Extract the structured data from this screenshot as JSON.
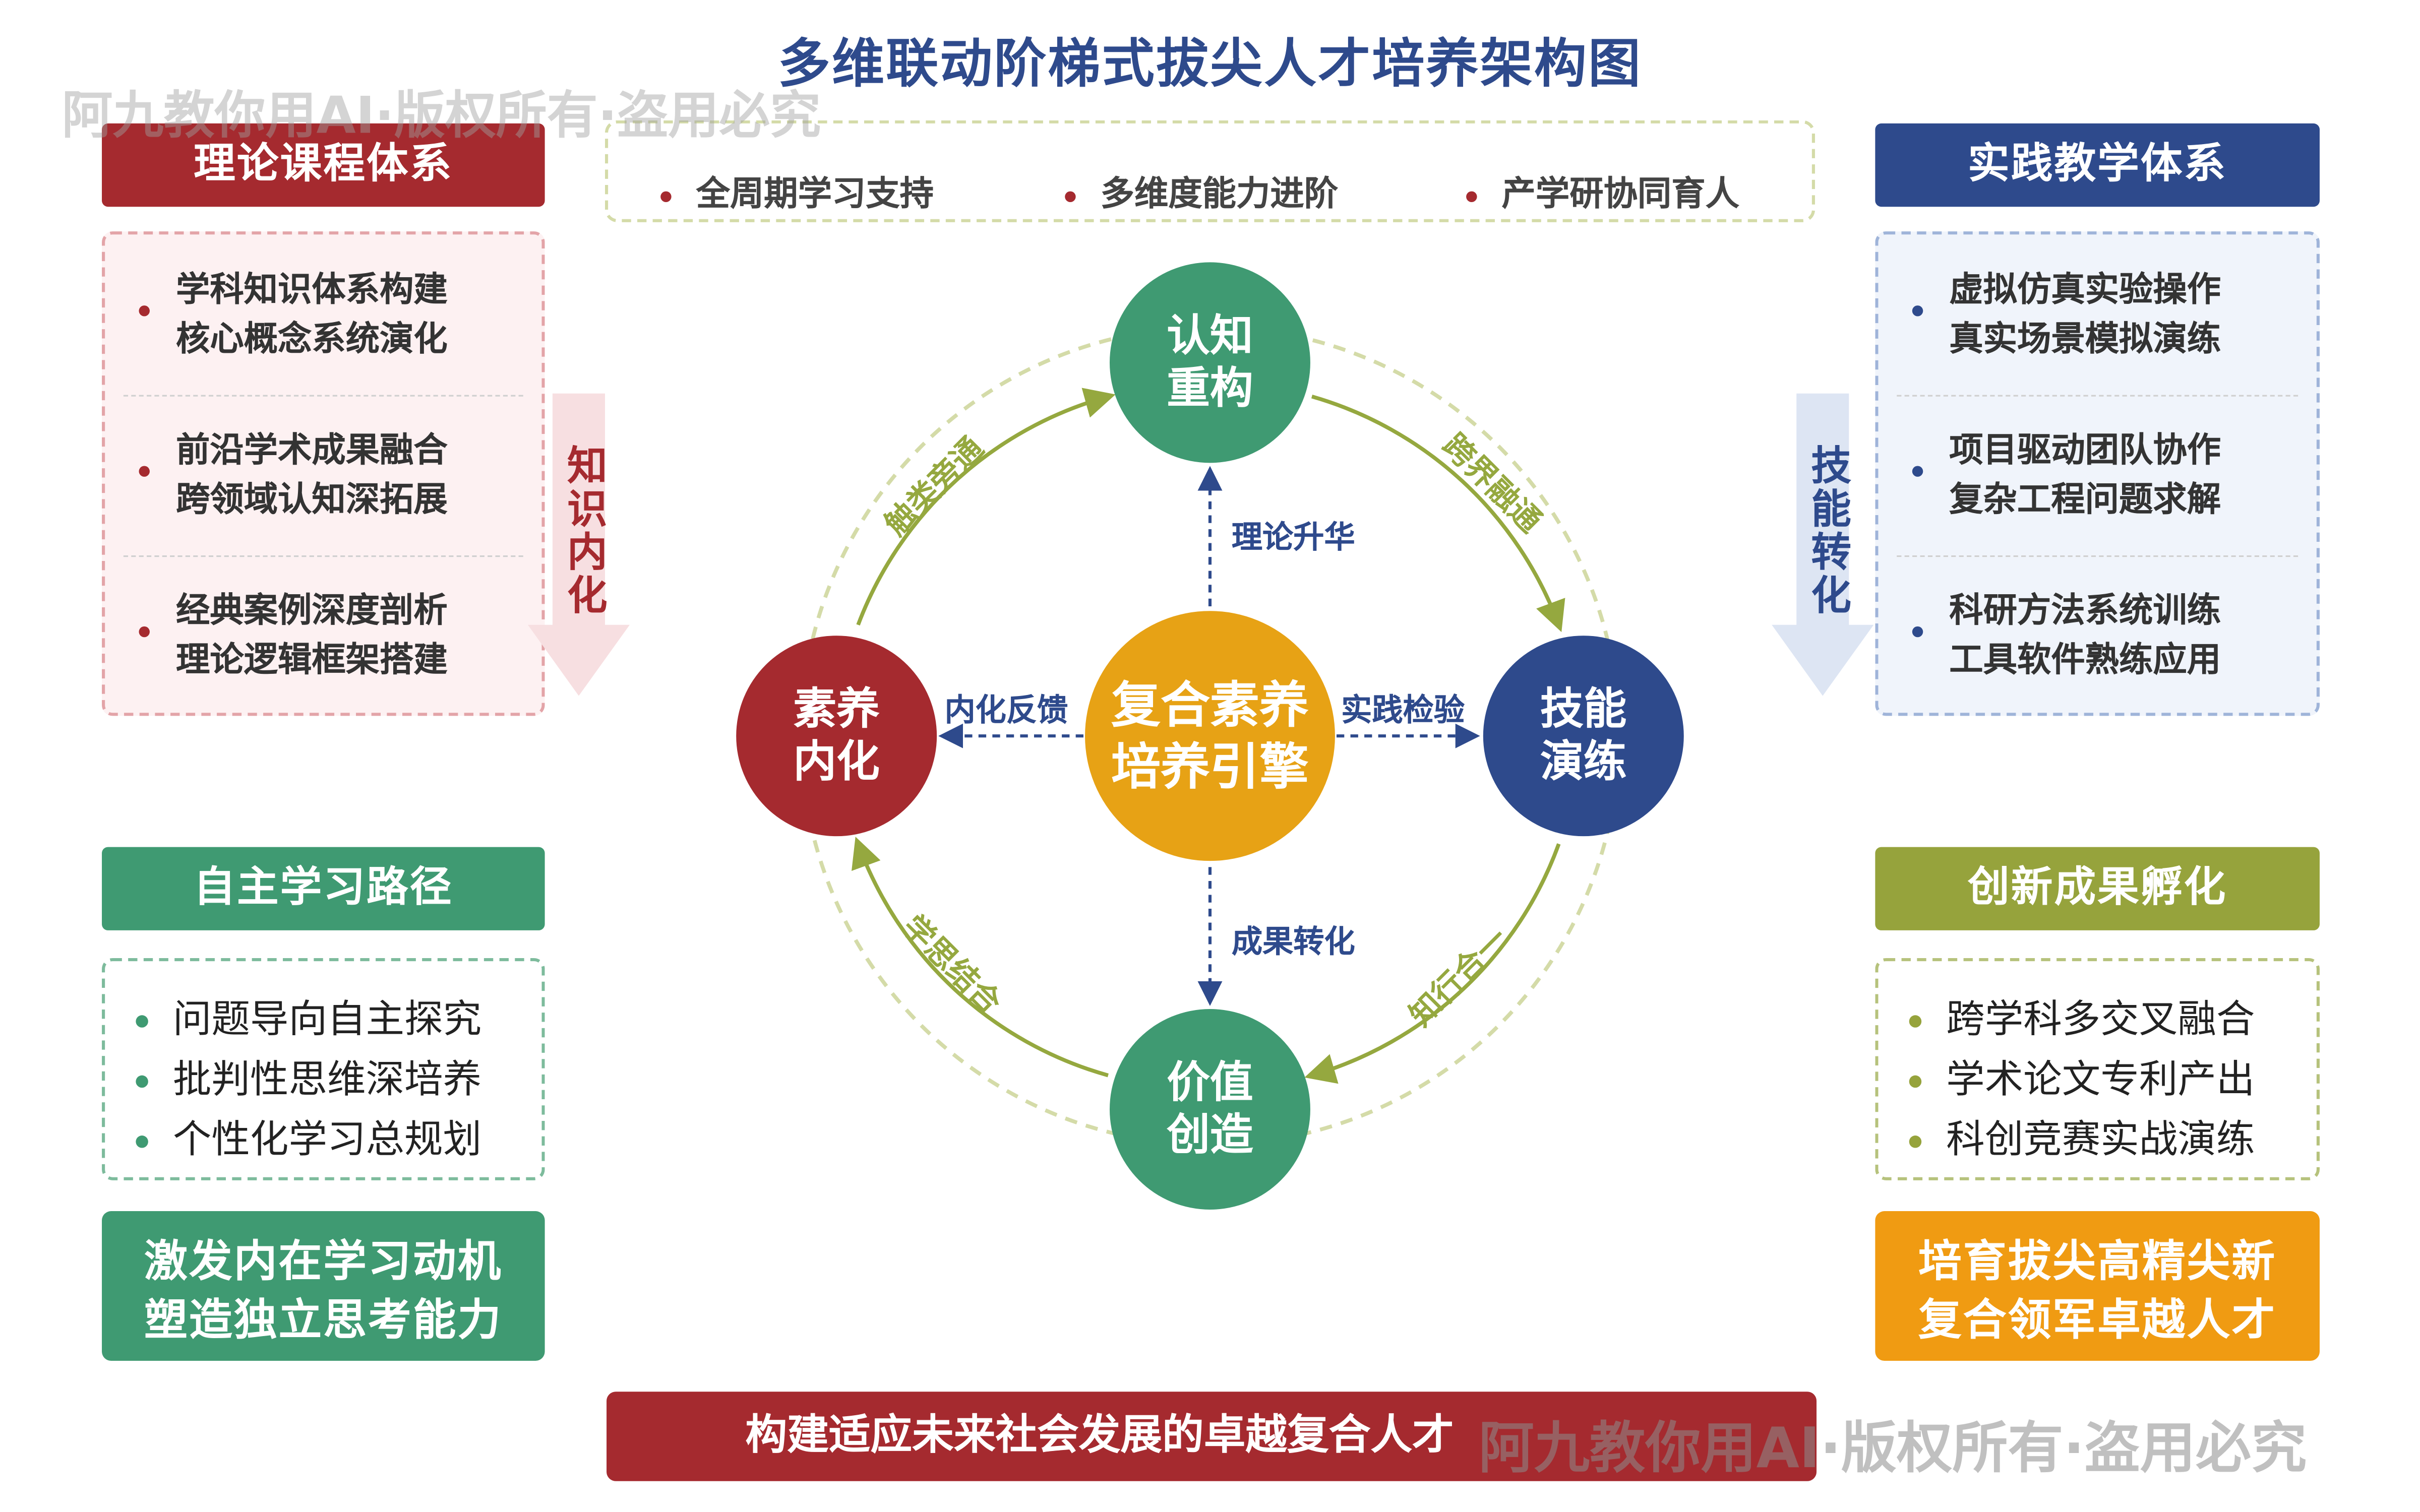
{
  "title": "多维联动阶梯式拔尖人才培养架构图",
  "watermark": "阿九教你用AI·版权所有·盗用必究",
  "top_pills": [
    "全周期学习支持",
    "多维度能力进阶",
    "产学研协同育人"
  ],
  "left_top": {
    "header": "理论课程体系",
    "items": [
      [
        "学科知识体系构建",
        "核心概念系统演化"
      ],
      [
        "前沿学术成果融合",
        "跨领域认知深拓展"
      ],
      [
        "经典案例深度剖析",
        "理论逻辑框架搭建"
      ]
    ],
    "arrow": "知识内化"
  },
  "right_top": {
    "header": "实践教学体系",
    "items": [
      [
        "虚拟仿真实验操作",
        "真实场景模拟演练"
      ],
      [
        "项目驱动团队协作",
        "复杂工程问题求解"
      ],
      [
        "科研方法系统训练",
        "工具软件熟练应用"
      ]
    ],
    "arrow": "技能转化"
  },
  "left_bottom": {
    "header": "自主学习路径",
    "items": [
      "问题导向自主探究",
      "批判性思维深培养",
      "个性化学习总规划"
    ],
    "goal": [
      "激发内在学习动机",
      "塑造独立思考能力"
    ]
  },
  "right_bottom": {
    "header": "创新成果孵化",
    "items": [
      "跨学科多交叉融合",
      "学术论文专利产出",
      "科创竞赛实战演练"
    ],
    "goal": [
      "培育拔尖高精尖新",
      "复合领军卓越人才"
    ]
  },
  "center": {
    "core": [
      "复合素养",
      "培养引擎"
    ],
    "top": [
      "认知",
      "重构"
    ],
    "right": [
      "技能",
      "演练"
    ],
    "bottom": [
      "价值",
      "创造"
    ],
    "left": [
      "素养",
      "内化"
    ],
    "spoke_labels": {
      "up": "理论升华",
      "right": "实践检验",
      "down": "成果转化",
      "left": "内化反馈"
    },
    "arc_labels": [
      "触类旁通",
      "跨界融通",
      "知行合一",
      "学思结合"
    ]
  },
  "bottom_banner": "构建适应未来社会发展的卓越复合人才",
  "colors": {
    "red": "#a52a2f",
    "blue": "#2e4a8c",
    "green": "#3f9a72",
    "olive": "#96a33c",
    "gold": "#e7a215",
    "orange": "#f09b12",
    "arc": "#95a83f",
    "arc_dash": "#d4dba8"
  }
}
